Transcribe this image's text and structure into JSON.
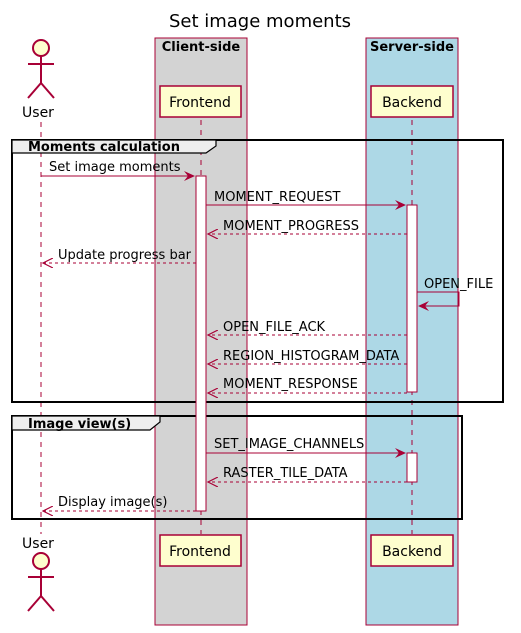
{
  "diagram": {
    "title": "Set image moments",
    "boxes": [
      {
        "key": "client",
        "label": "Client-side",
        "fill": "#d3d3d3"
      },
      {
        "key": "server",
        "label": "Server-side",
        "fill": "#add8e6"
      }
    ],
    "participants": [
      {
        "key": "user",
        "label": "User",
        "kind": "actor"
      },
      {
        "key": "frontend",
        "label": "Frontend",
        "kind": "participant"
      },
      {
        "key": "backend",
        "label": "Backend",
        "kind": "participant"
      }
    ],
    "groups": [
      {
        "key": "moments-calculation",
        "label": "Moments calculation"
      },
      {
        "key": "image-views",
        "label": "Image view(s)"
      }
    ],
    "messages": [
      {
        "key": "set-image-moments",
        "from": "user",
        "to": "frontend",
        "label": "Set image moments",
        "style": "solid"
      },
      {
        "key": "moment-request",
        "from": "frontend",
        "to": "backend",
        "label": "MOMENT_REQUEST",
        "style": "solid"
      },
      {
        "key": "moment-progress",
        "from": "backend",
        "to": "frontend",
        "label": "MOMENT_PROGRESS",
        "style": "dashed"
      },
      {
        "key": "update-progress-bar",
        "from": "frontend",
        "to": "user",
        "label": "Update progress bar",
        "style": "dashed"
      },
      {
        "key": "open-file",
        "from": "backend",
        "to": "backend",
        "label": "OPEN_FILE",
        "style": "solid"
      },
      {
        "key": "open-file-ack",
        "from": "backend",
        "to": "frontend",
        "label": "OPEN_FILE_ACK",
        "style": "dashed"
      },
      {
        "key": "region-histogram-data",
        "from": "backend",
        "to": "frontend",
        "label": "REGION_HISTOGRAM_DATA",
        "style": "dashed"
      },
      {
        "key": "moment-response",
        "from": "backend",
        "to": "frontend",
        "label": "MOMENT_RESPONSE",
        "style": "dashed"
      },
      {
        "key": "set-image-channels",
        "from": "frontend",
        "to": "backend",
        "label": "SET_IMAGE_CHANNELS",
        "style": "solid"
      },
      {
        "key": "raster-tile-data",
        "from": "backend",
        "to": "frontend",
        "label": "RASTER_TILE_DATA",
        "style": "dashed"
      },
      {
        "key": "display-images",
        "from": "frontend",
        "to": "user",
        "label": "Display image(s)",
        "style": "dashed"
      }
    ],
    "colors": {
      "line": "#a80036",
      "participant_fill": "#fefece",
      "text": "#000000"
    }
  }
}
